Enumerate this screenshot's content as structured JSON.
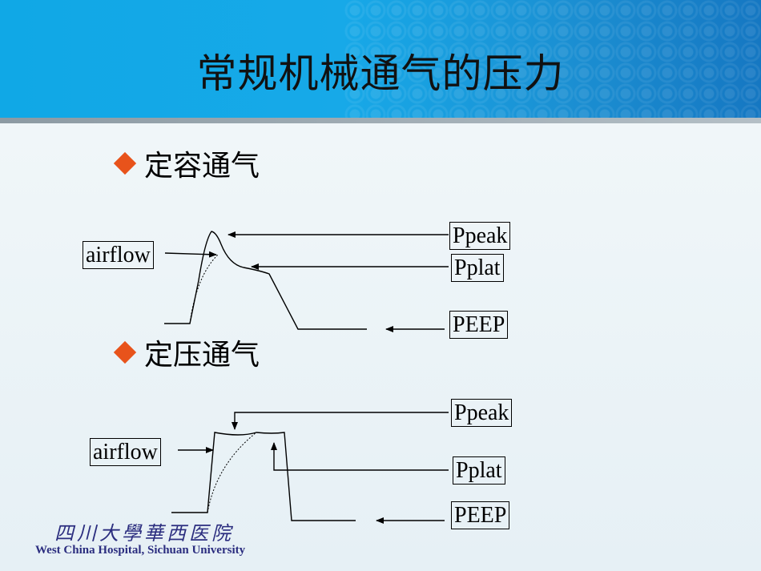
{
  "slide": {
    "title": "常规机械通气的压力"
  },
  "bullets": [
    {
      "label": "定容通气"
    },
    {
      "label": "定压通气"
    }
  ],
  "volume_mode": {
    "airflow_label": "airflow",
    "ppeak_label": "Ppeak",
    "pplat_label": "Pplat",
    "peep_label": "PEEP"
  },
  "pressure_mode": {
    "airflow_label": "airflow",
    "ppeak_label": "Ppeak",
    "pplat_label": "Pplat",
    "peep_label": "PEEP"
  },
  "logo": {
    "chinese": "四川大學華西医院",
    "english": "West China Hospital, Sichuan University"
  },
  "colors": {
    "header_blue": "#17a9e8",
    "bullet_diamond": "#e8531b",
    "logo_text": "#2b2d7f"
  }
}
